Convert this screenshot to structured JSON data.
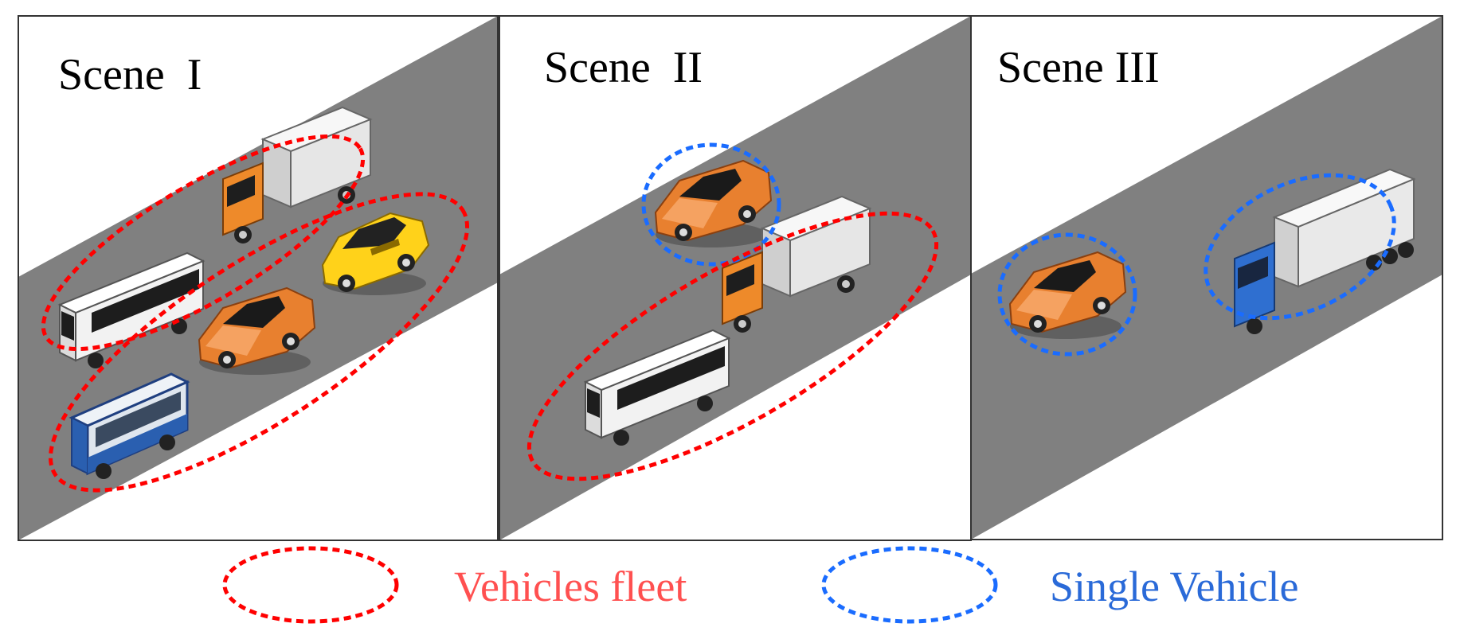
{
  "scenes": [
    {
      "title": "Scene  I"
    },
    {
      "title": "Scene  II"
    },
    {
      "title": "Scene III"
    }
  ],
  "legend": {
    "fleet": {
      "label": "Vehicles fleet",
      "color": "#ff0000"
    },
    "single": {
      "label": "Single Vehicle",
      "color": "#1a6cff"
    }
  },
  "colors": {
    "road": "#808080",
    "panel_border": "#333333",
    "car_orange": "#f0883a",
    "truck_orange": "#f08a2a",
    "taxi_yellow": "#ffd21a",
    "bus_blue": "#2a5fb0",
    "truck_blue": "#2f6fd0"
  },
  "vehicle_icons": {
    "scene1": [
      "bus-icon",
      "box-truck-icon",
      "taxi-icon",
      "sports-car-icon",
      "city-bus-icon"
    ],
    "scene2": [
      "sports-car-icon",
      "box-truck-icon",
      "bus-icon"
    ],
    "scene3": [
      "sports-car-icon",
      "semi-truck-icon"
    ]
  }
}
